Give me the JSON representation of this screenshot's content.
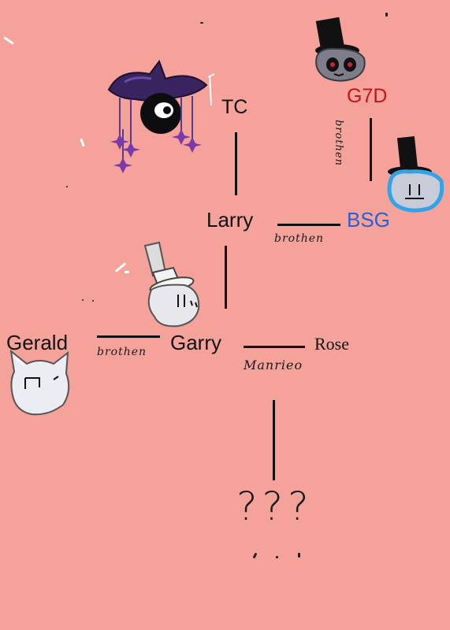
{
  "nodes": {
    "tc": "TC",
    "g7d": "G7D",
    "larry": "Larry",
    "bsg": "BSG",
    "gerald": "Gerald",
    "garry": "Garry",
    "rose": "Rose",
    "unknown": "???"
  },
  "relations": {
    "g7d_bsg": "brothen",
    "larry_bsg": "brothen",
    "gerald_garry": "brothen",
    "garry_rose": "Manrieo"
  },
  "colors": {
    "background": "#f4a29a",
    "g7d_text": "#c0141e",
    "bsg_text": "#2b5fd8",
    "line": "#111111"
  }
}
